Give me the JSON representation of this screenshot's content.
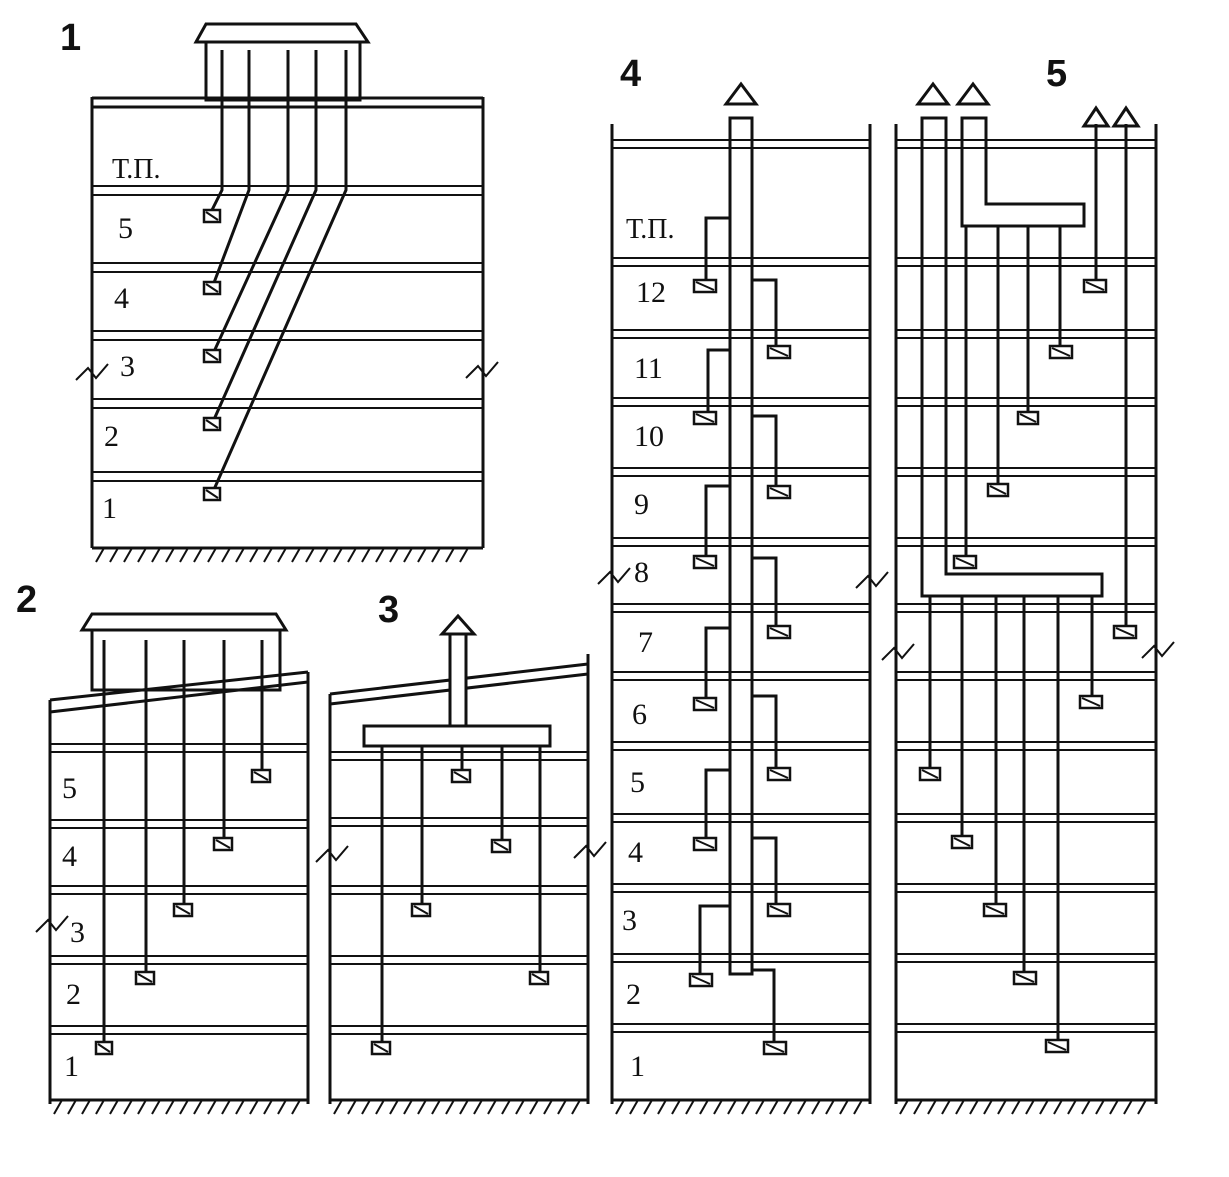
{
  "diagrams": [
    {
      "label": "1",
      "floor_labels": [
        "Т.П.",
        "5",
        "4",
        "3",
        "2",
        "1"
      ]
    },
    {
      "label": "2",
      "floor_labels": [
        "5",
        "4",
        "3",
        "2",
        "1"
      ]
    },
    {
      "label": "3",
      "floor_labels": []
    },
    {
      "label": "4",
      "floor_labels": [
        "Т.П.",
        "12",
        "11",
        "10",
        "9",
        "8",
        "7",
        "6",
        "5",
        "4",
        "3",
        "2",
        "1"
      ]
    },
    {
      "label": "5",
      "floor_labels": []
    }
  ],
  "colors": {
    "ink": "#111111",
    "paper": "#ffffff"
  }
}
